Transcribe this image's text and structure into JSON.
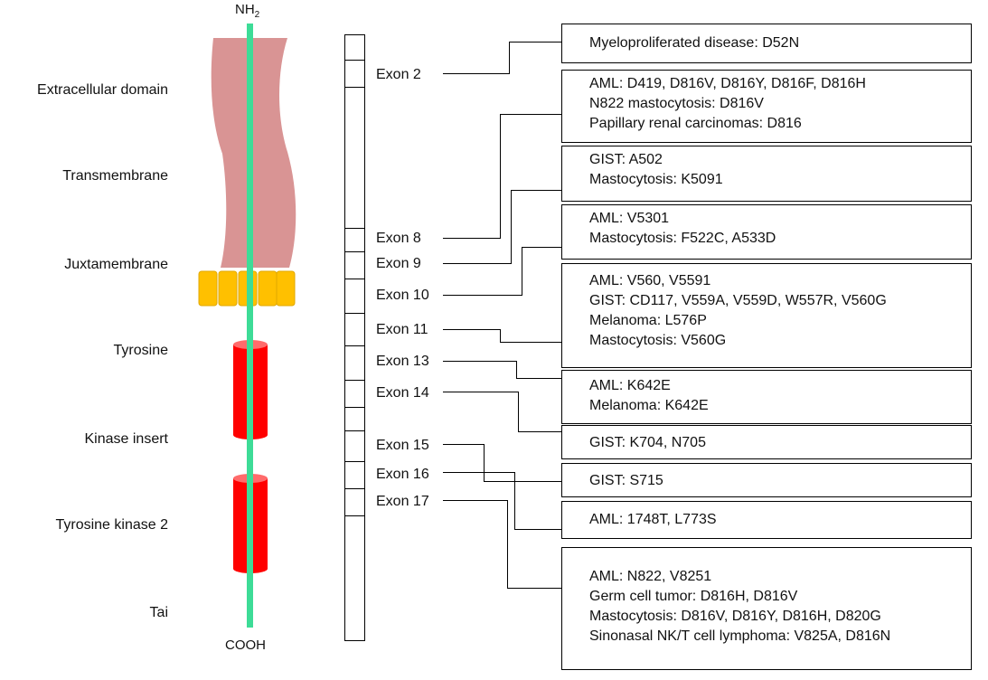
{
  "protein": {
    "n_terminus": "NH",
    "n_terminus_sub": "2",
    "c_terminus": "COOH",
    "domains": [
      "Extracellular domain",
      "Transmembrane",
      "Juxtamembrane",
      "Tyrosine",
      "Kinase insert",
      "Tyrosine kinase 2",
      "Tai"
    ]
  },
  "exons": [
    "Exon 2",
    "Exon 8",
    "Exon 9",
    "Exon 10",
    "Exon 11",
    "Exon 13",
    "Exon 14",
    "Exon 15",
    "Exon 16",
    "Exon 17"
  ],
  "mutation_boxes": [
    {
      "lines": [
        "Myeloproliferated disease: D52N"
      ]
    },
    {
      "lines": [
        "AML: D419, D816V, D816Y, D816F, D816H",
        "N822 mastocytosis: D816V",
        "Papillary renal carcinomas: D816"
      ]
    },
    {
      "lines": [
        "GIST: A502",
        "Mastocytosis: K5091"
      ]
    },
    {
      "lines": [
        "AML: V5301",
        "Mastocytosis: F522C, A533D"
      ]
    },
    {
      "lines": [
        "AML: V560, V5591",
        "GIST: CD117, V559A, V559D, W557R, V560G",
        "Melanoma: L576P",
        "Mastocytosis: V560G"
      ]
    },
    {
      "lines": [
        "AML: K642E",
        "Melanoma: K642E"
      ]
    },
    {
      "lines": [
        "GIST: K704, N705"
      ]
    },
    {
      "lines": [
        "GIST: S715"
      ]
    },
    {
      "lines": [
        "AML: 1748T, L773S"
      ]
    },
    {
      "lines": [
        "AML: N822, V8251",
        "Germ cell tumor: D816H, D816V",
        "Mastocytosis: D816V, D816Y, D816H, D820G",
        "Sinonasal NK/T cell lymphoma: V825A, D816N"
      ]
    }
  ],
  "colors": {
    "extracellular_fill": "#d99494",
    "juxtamembrane_fill": "#ffc000",
    "kinase_fill": "#ff0000",
    "backbone": "#3ddc97",
    "line": "#000000"
  }
}
